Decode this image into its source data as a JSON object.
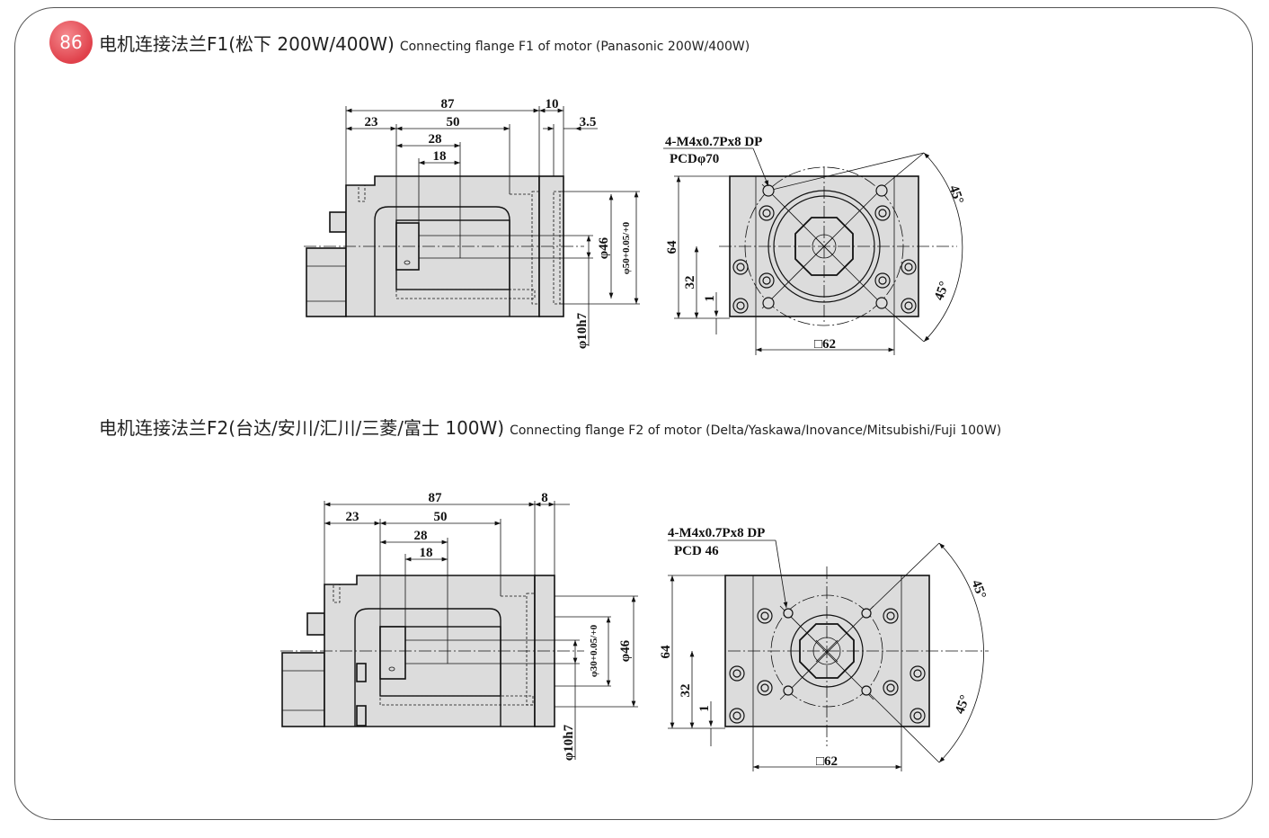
{
  "page": {
    "number": "86",
    "accent": "#e0414b"
  },
  "section1": {
    "title_zh": "电机连接法兰F1(松下 200W/400W)",
    "title_en": "Connecting flange F1 of motor (Panasonic 200W/400W)",
    "side": {
      "d87": "87",
      "d10": "10",
      "d23": "23",
      "d50": "50",
      "d28": "28",
      "d18": "18",
      "d35": "3.5",
      "phi46": "φ46",
      "phi50": "φ50+0.05/+0",
      "phi10": "φ10h7"
    },
    "front": {
      "thread": "4-M4x0.7Px8 DP",
      "pcd": "PCDφ70",
      "d64": "64",
      "d32": "32",
      "d1": "1",
      "sq62": "□62",
      "a1": "45°",
      "a2": "45°"
    }
  },
  "section2": {
    "title_zh": "电机连接法兰F2(台达/安川/汇川/三菱/富士 100W)",
    "title_en": "Connecting flange F2 of motor (Delta/Yaskawa/Inovance/Mitsubishi/Fuji 100W)",
    "side": {
      "d87": "87",
      "d8": "8",
      "d23": "23",
      "d50": "50",
      "d28": "28",
      "d18": "18",
      "phi30": "φ30+0.05/+0",
      "phi46": "φ46",
      "phi10": "φ10h7"
    },
    "front": {
      "thread": "4-M4x0.7Px8 DP",
      "pcd": "PCD 46",
      "d64": "64",
      "d32": "32",
      "d1": "1",
      "sq62": "□62",
      "a1": "45°",
      "a2": "45°"
    }
  }
}
